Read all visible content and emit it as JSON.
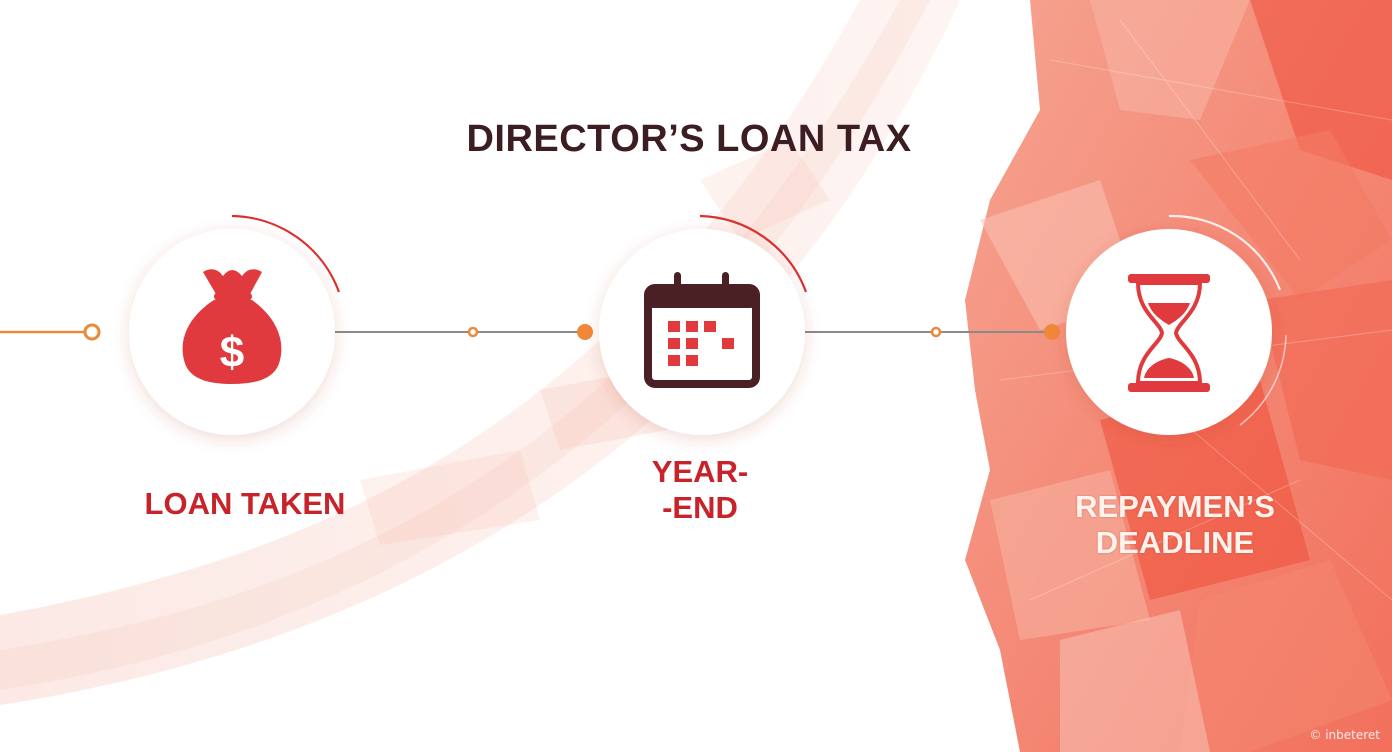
{
  "title": "DIRECTOR’S LOAN TAX",
  "steps": [
    {
      "icon": "money-bag-icon",
      "label_lines": [
        "LOAN TAKEN"
      ]
    },
    {
      "icon": "calendar-icon",
      "label_lines": [
        "YEAR-",
        "-END"
      ]
    },
    {
      "icon": "hourglass-icon",
      "label_lines": [
        "REPAYMEN’S",
        "DEADLINE"
      ]
    }
  ],
  "watermark": "© inbeteret",
  "colors": {
    "title": "#3b1d22",
    "accent_red": "#c8222a",
    "icon_red": "#e03a3e",
    "icon_dark": "#4a2025",
    "connector_orange": "#f0883a",
    "background_coral": "#f26a55"
  }
}
